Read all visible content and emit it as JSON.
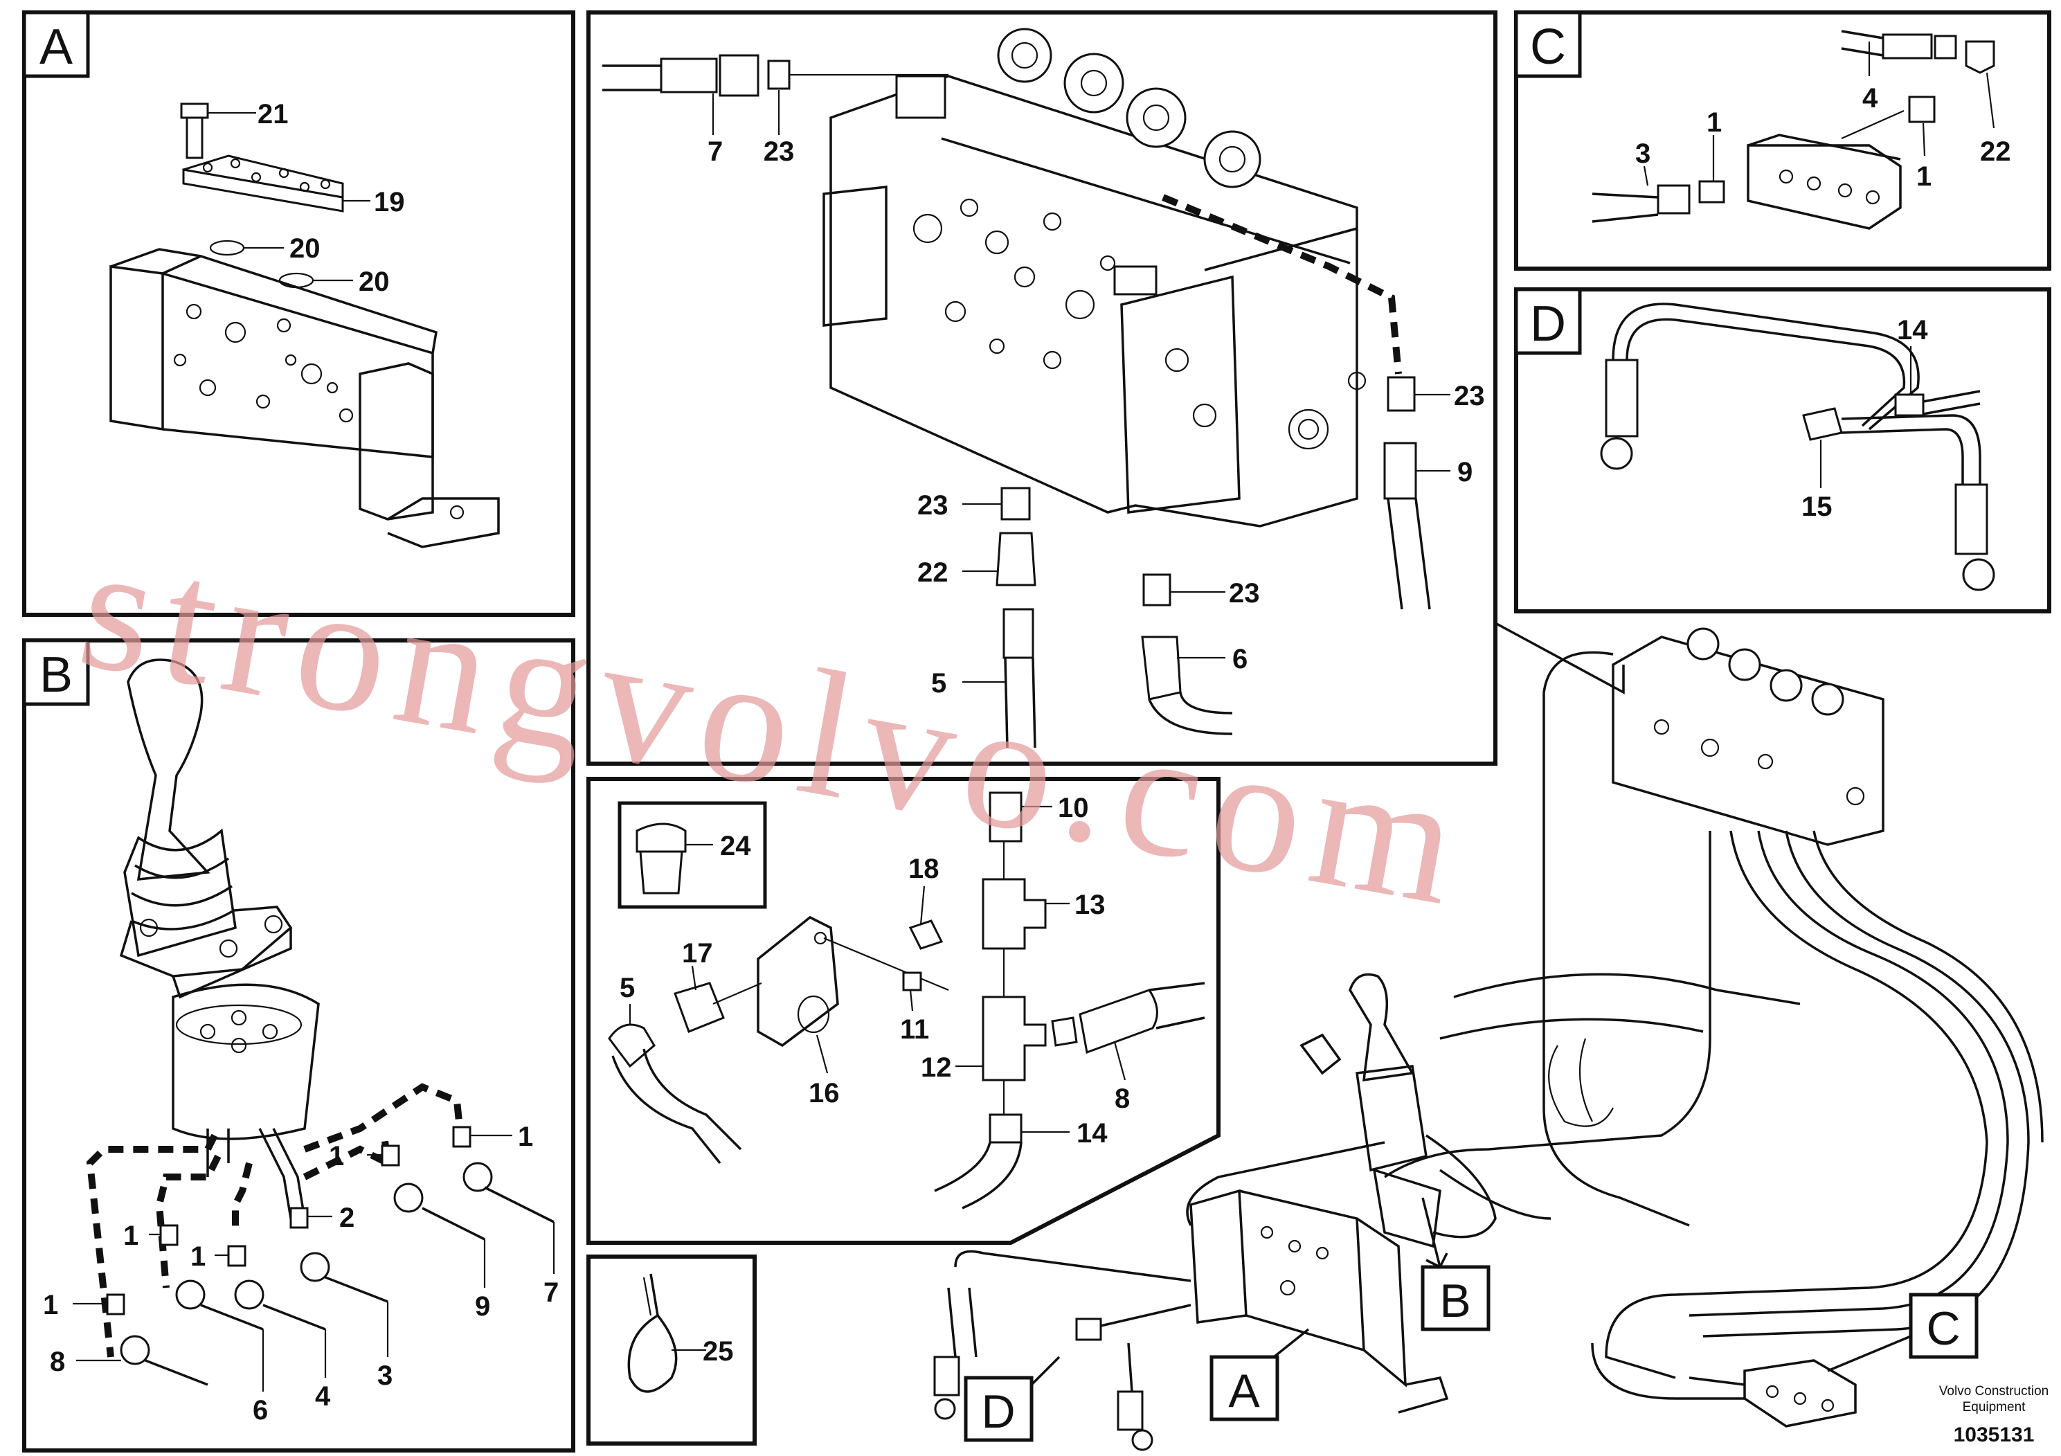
{
  "sections": {
    "A": "A",
    "B": "B",
    "C": "C",
    "D": "D"
  },
  "callouts": {
    "A_21": "21",
    "A_19": "19",
    "A_20a": "20",
    "A_20b": "20",
    "top_7": "7",
    "top_23a": "23",
    "top_23b": "23",
    "top_9": "9",
    "top_23c": "23",
    "top_22": "22",
    "top_5": "5",
    "top_23d": "23",
    "top_6": "6",
    "C_4": "4",
    "C_1a": "1",
    "C_22": "22",
    "C_3": "3",
    "C_1b": "1",
    "D_14": "14",
    "D_15": "15",
    "B_1a": "1",
    "B_1b": "1",
    "B_2": "2",
    "B_1c": "1",
    "B_1d": "1",
    "B_1e": "1",
    "B_7": "7",
    "B_9": "9",
    "B_8": "8",
    "B_6": "6",
    "B_4": "4",
    "B_3": "3",
    "mid_10": "10",
    "mid_24": "24",
    "mid_18": "18",
    "mid_13": "13",
    "mid_17": "17",
    "mid_5": "5",
    "mid_11": "11",
    "mid_16": "16",
    "mid_12": "12",
    "mid_8": "8",
    "mid_14": "14",
    "bot_25": "25"
  },
  "overview_tags": {
    "A": "A",
    "B": "B",
    "C": "C",
    "D": "D"
  },
  "watermark": "strongvolvo.com",
  "brand": {
    "line1": "Volvo Construction",
    "line2": "Equipment",
    "ref": "1035131"
  }
}
